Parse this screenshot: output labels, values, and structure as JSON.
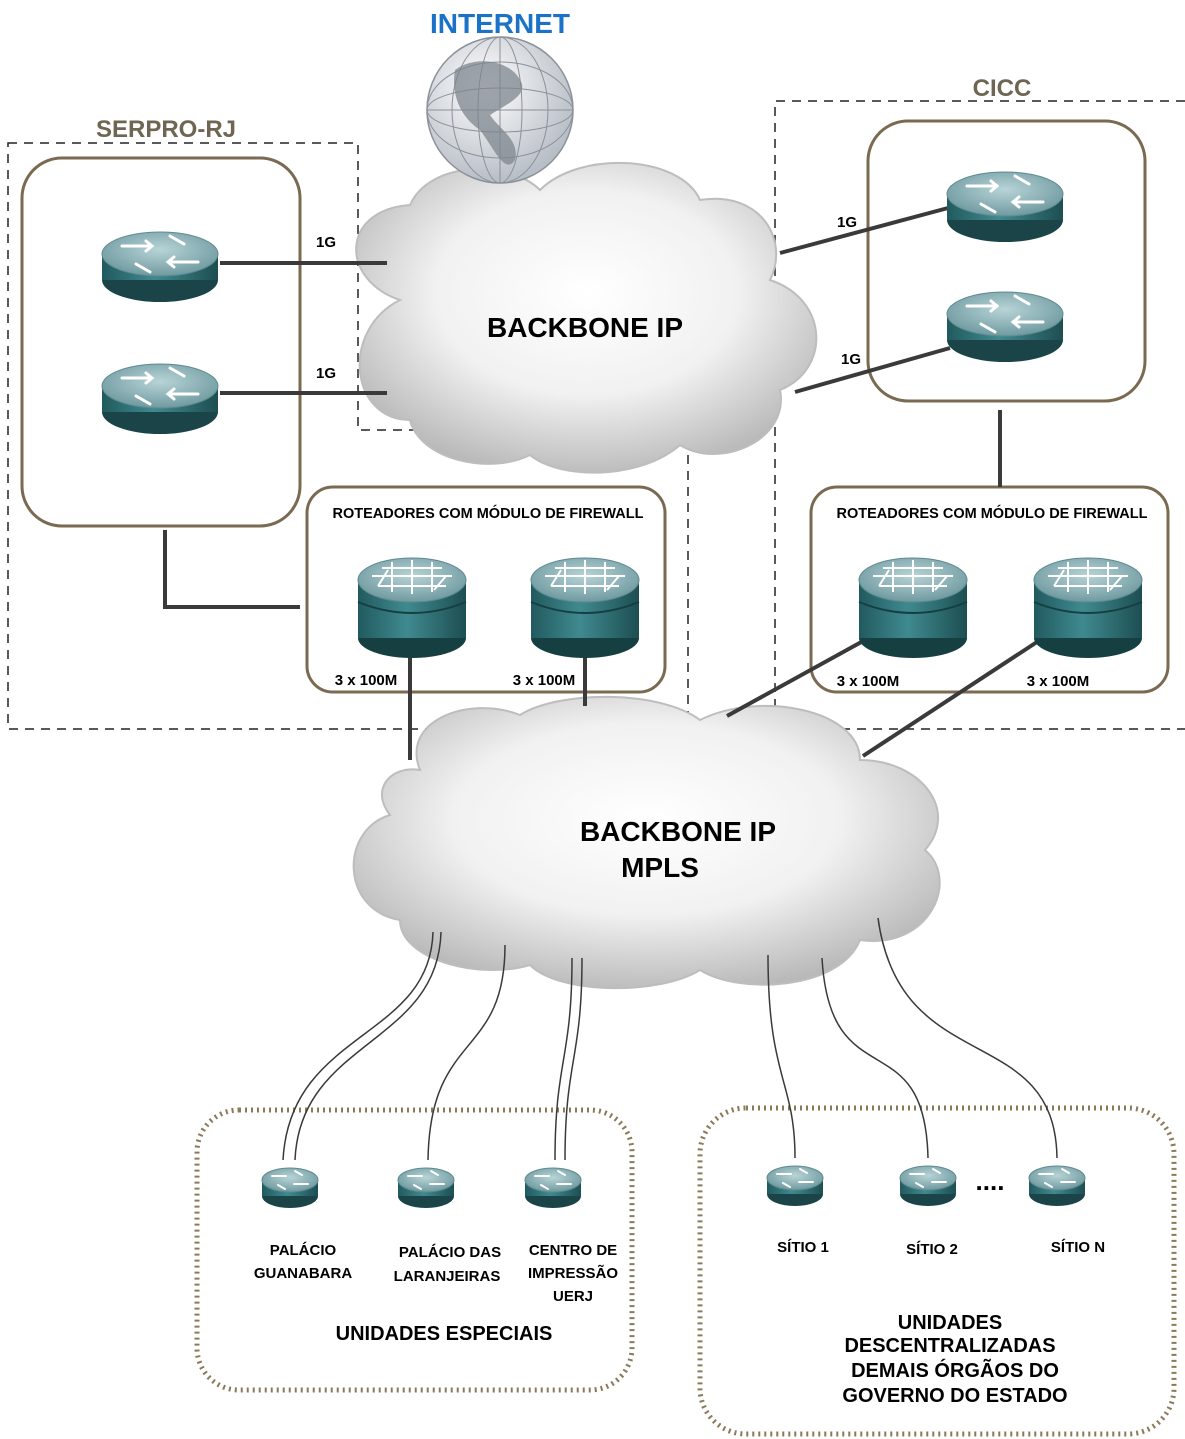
{
  "internet": {
    "label": "INTERNET"
  },
  "serpro": {
    "title": "SERPRO-RJ"
  },
  "cicc": {
    "title": "CICC"
  },
  "backbone_top": {
    "label": "BACKBONE IP"
  },
  "backbone_mpls": {
    "line1": "BACKBONE IP",
    "line2": "MPLS"
  },
  "links": {
    "gig": "1G",
    "fw_uplink": "3 x 100M"
  },
  "firewall_group": {
    "label": "ROTEADORES COM MÓDULO DE FIREWALL"
  },
  "especiais": {
    "title": "UNIDADES ESPECIAIS",
    "sites": [
      {
        "lines": [
          "PALÁCIO",
          "GUANABARA"
        ]
      },
      {
        "lines": [
          "PALÁCIO DAS",
          "LARANJEIRAS"
        ]
      },
      {
        "lines": [
          "CENTRO DE",
          "IMPRESSÃO",
          "UERJ"
        ]
      }
    ]
  },
  "descentralizadas": {
    "title_lines": [
      "UNIDADES",
      "DESCENTRALIZADAS",
      "DEMAIS ÓRGÃOS DO",
      "GOVERNO DO ESTADO"
    ],
    "sites": [
      "SÍTIO 1",
      "SÍTIO 2",
      "SÍTIO N"
    ],
    "ellipsis": "...."
  },
  "colors": {
    "title_blue": "#1a73c8",
    "group_title": "#6e6652",
    "group_border": "#7a6a52",
    "dotted_border": "#8a7a5a",
    "link": "#3a3a3a",
    "router_top": "#7fa6ac",
    "router_body": "#2f6e72"
  }
}
